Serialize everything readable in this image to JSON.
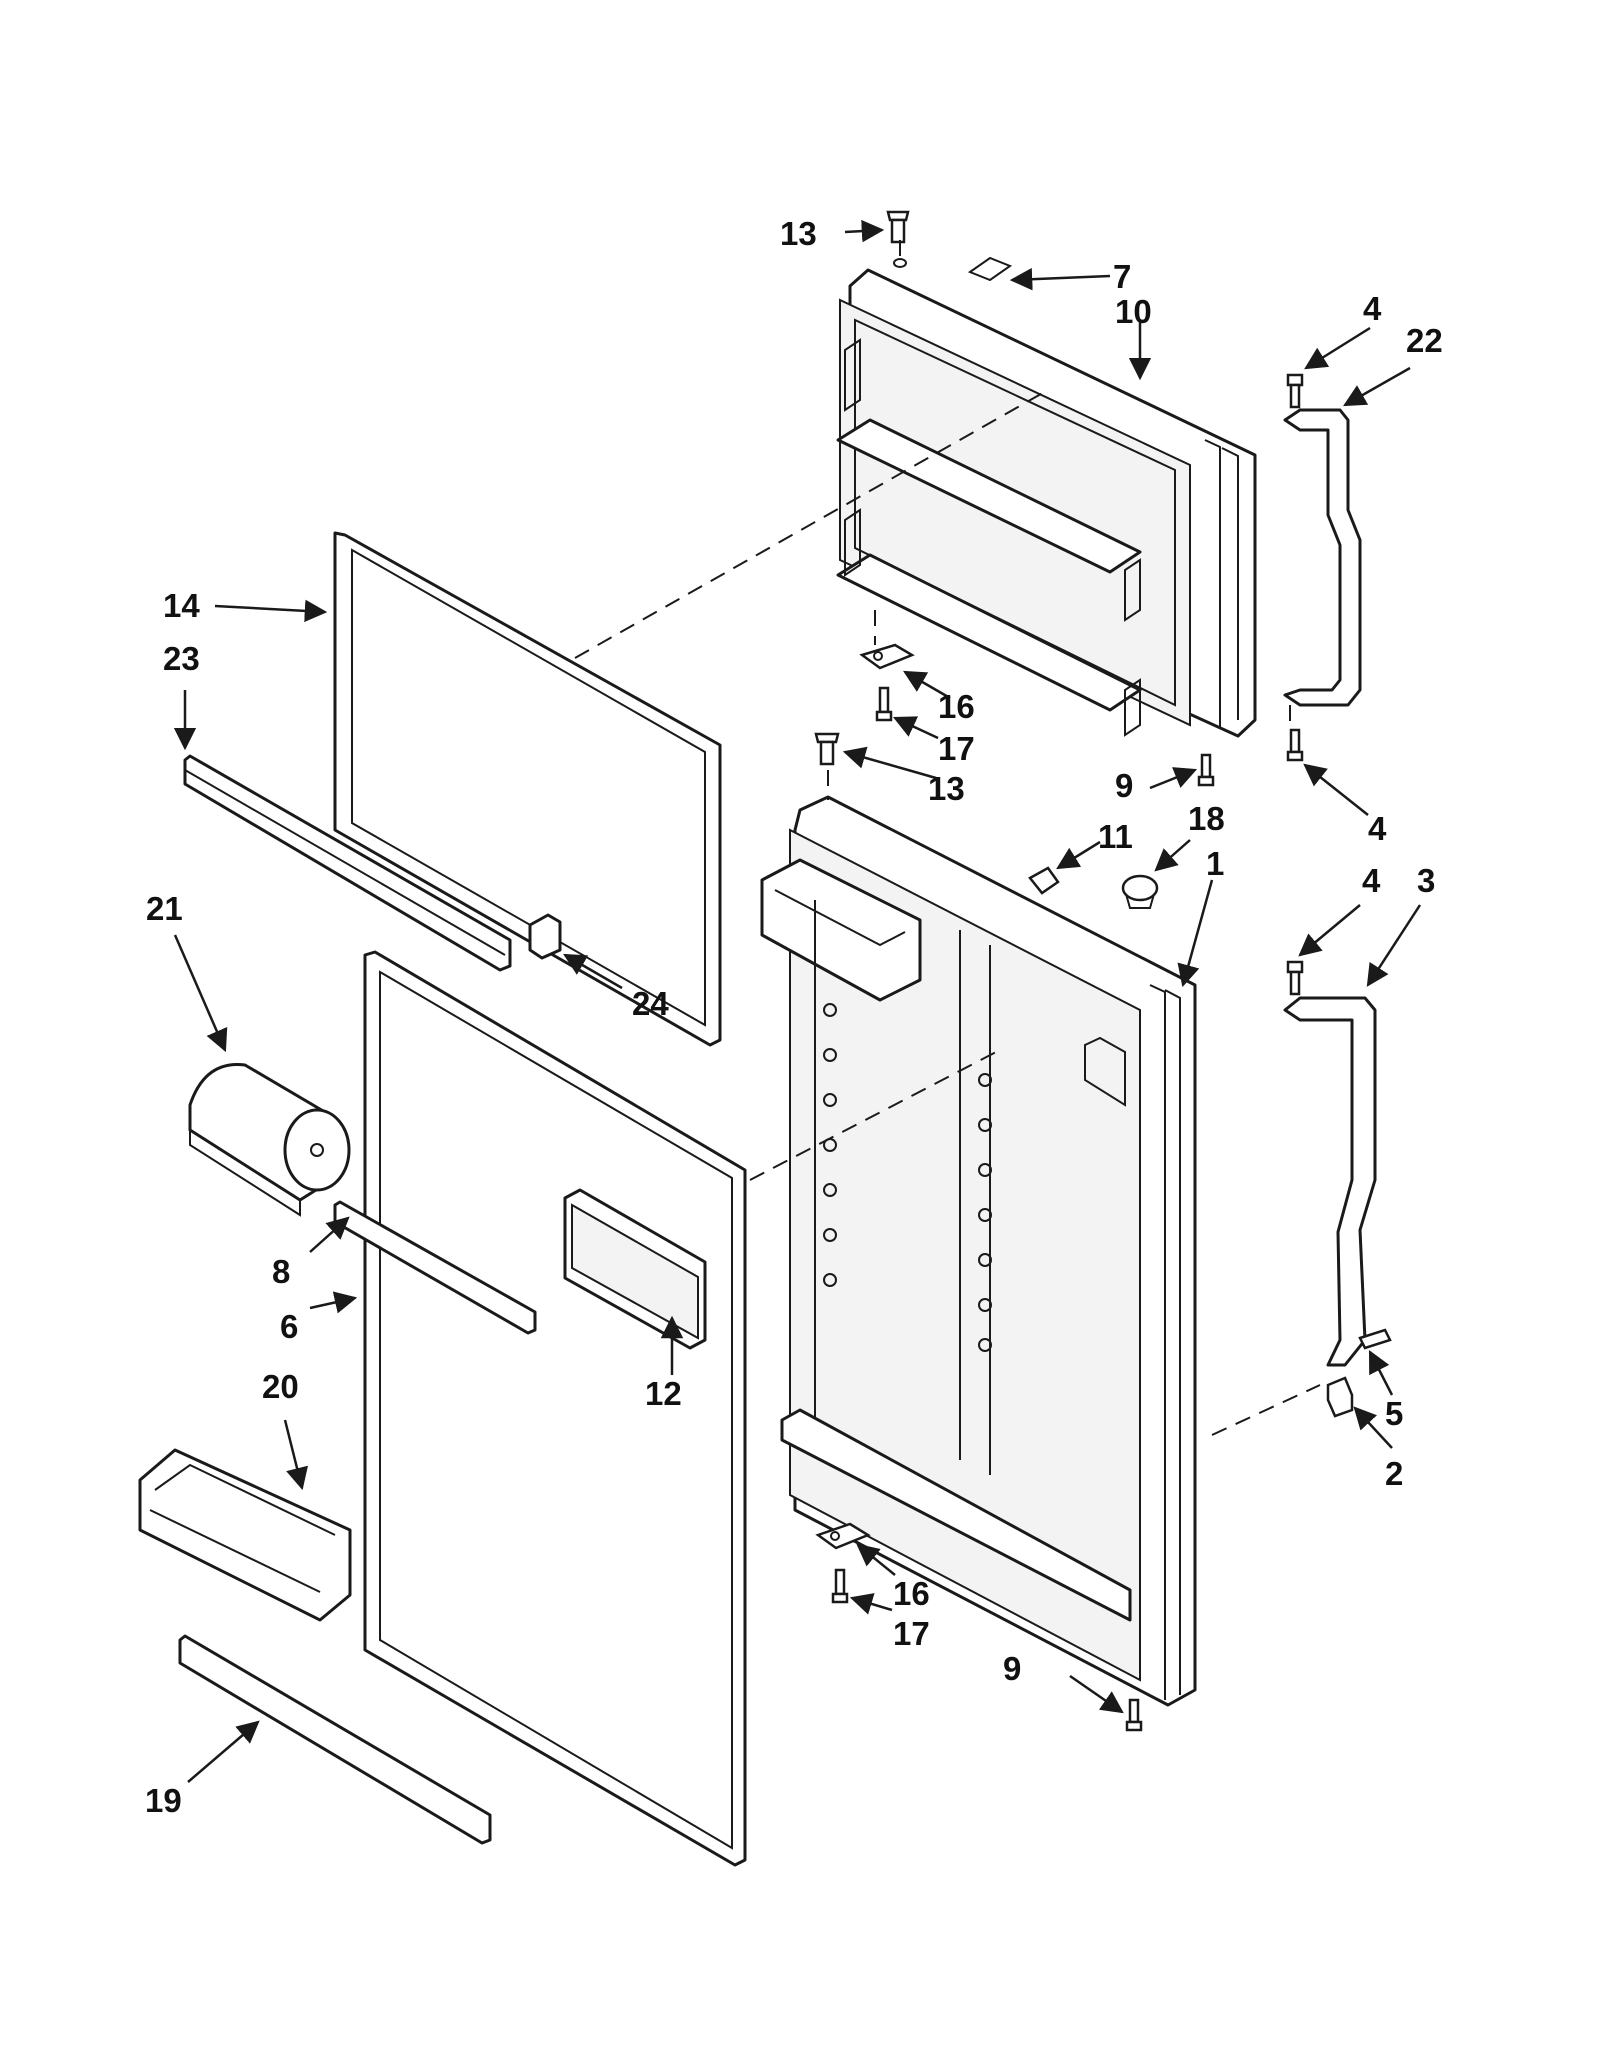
{
  "diagram": {
    "colors": {
      "line": "#1a1a1a",
      "background": "#ffffff"
    },
    "callouts": [
      "13",
      "7",
      "10",
      "4",
      "22",
      "14",
      "23",
      "16",
      "17",
      "13",
      "9",
      "4",
      "11",
      "18",
      "1",
      "3",
      "21",
      "24",
      "8",
      "6",
      "12",
      "5",
      "2",
      "20",
      "16",
      "17",
      "9",
      "19"
    ]
  }
}
